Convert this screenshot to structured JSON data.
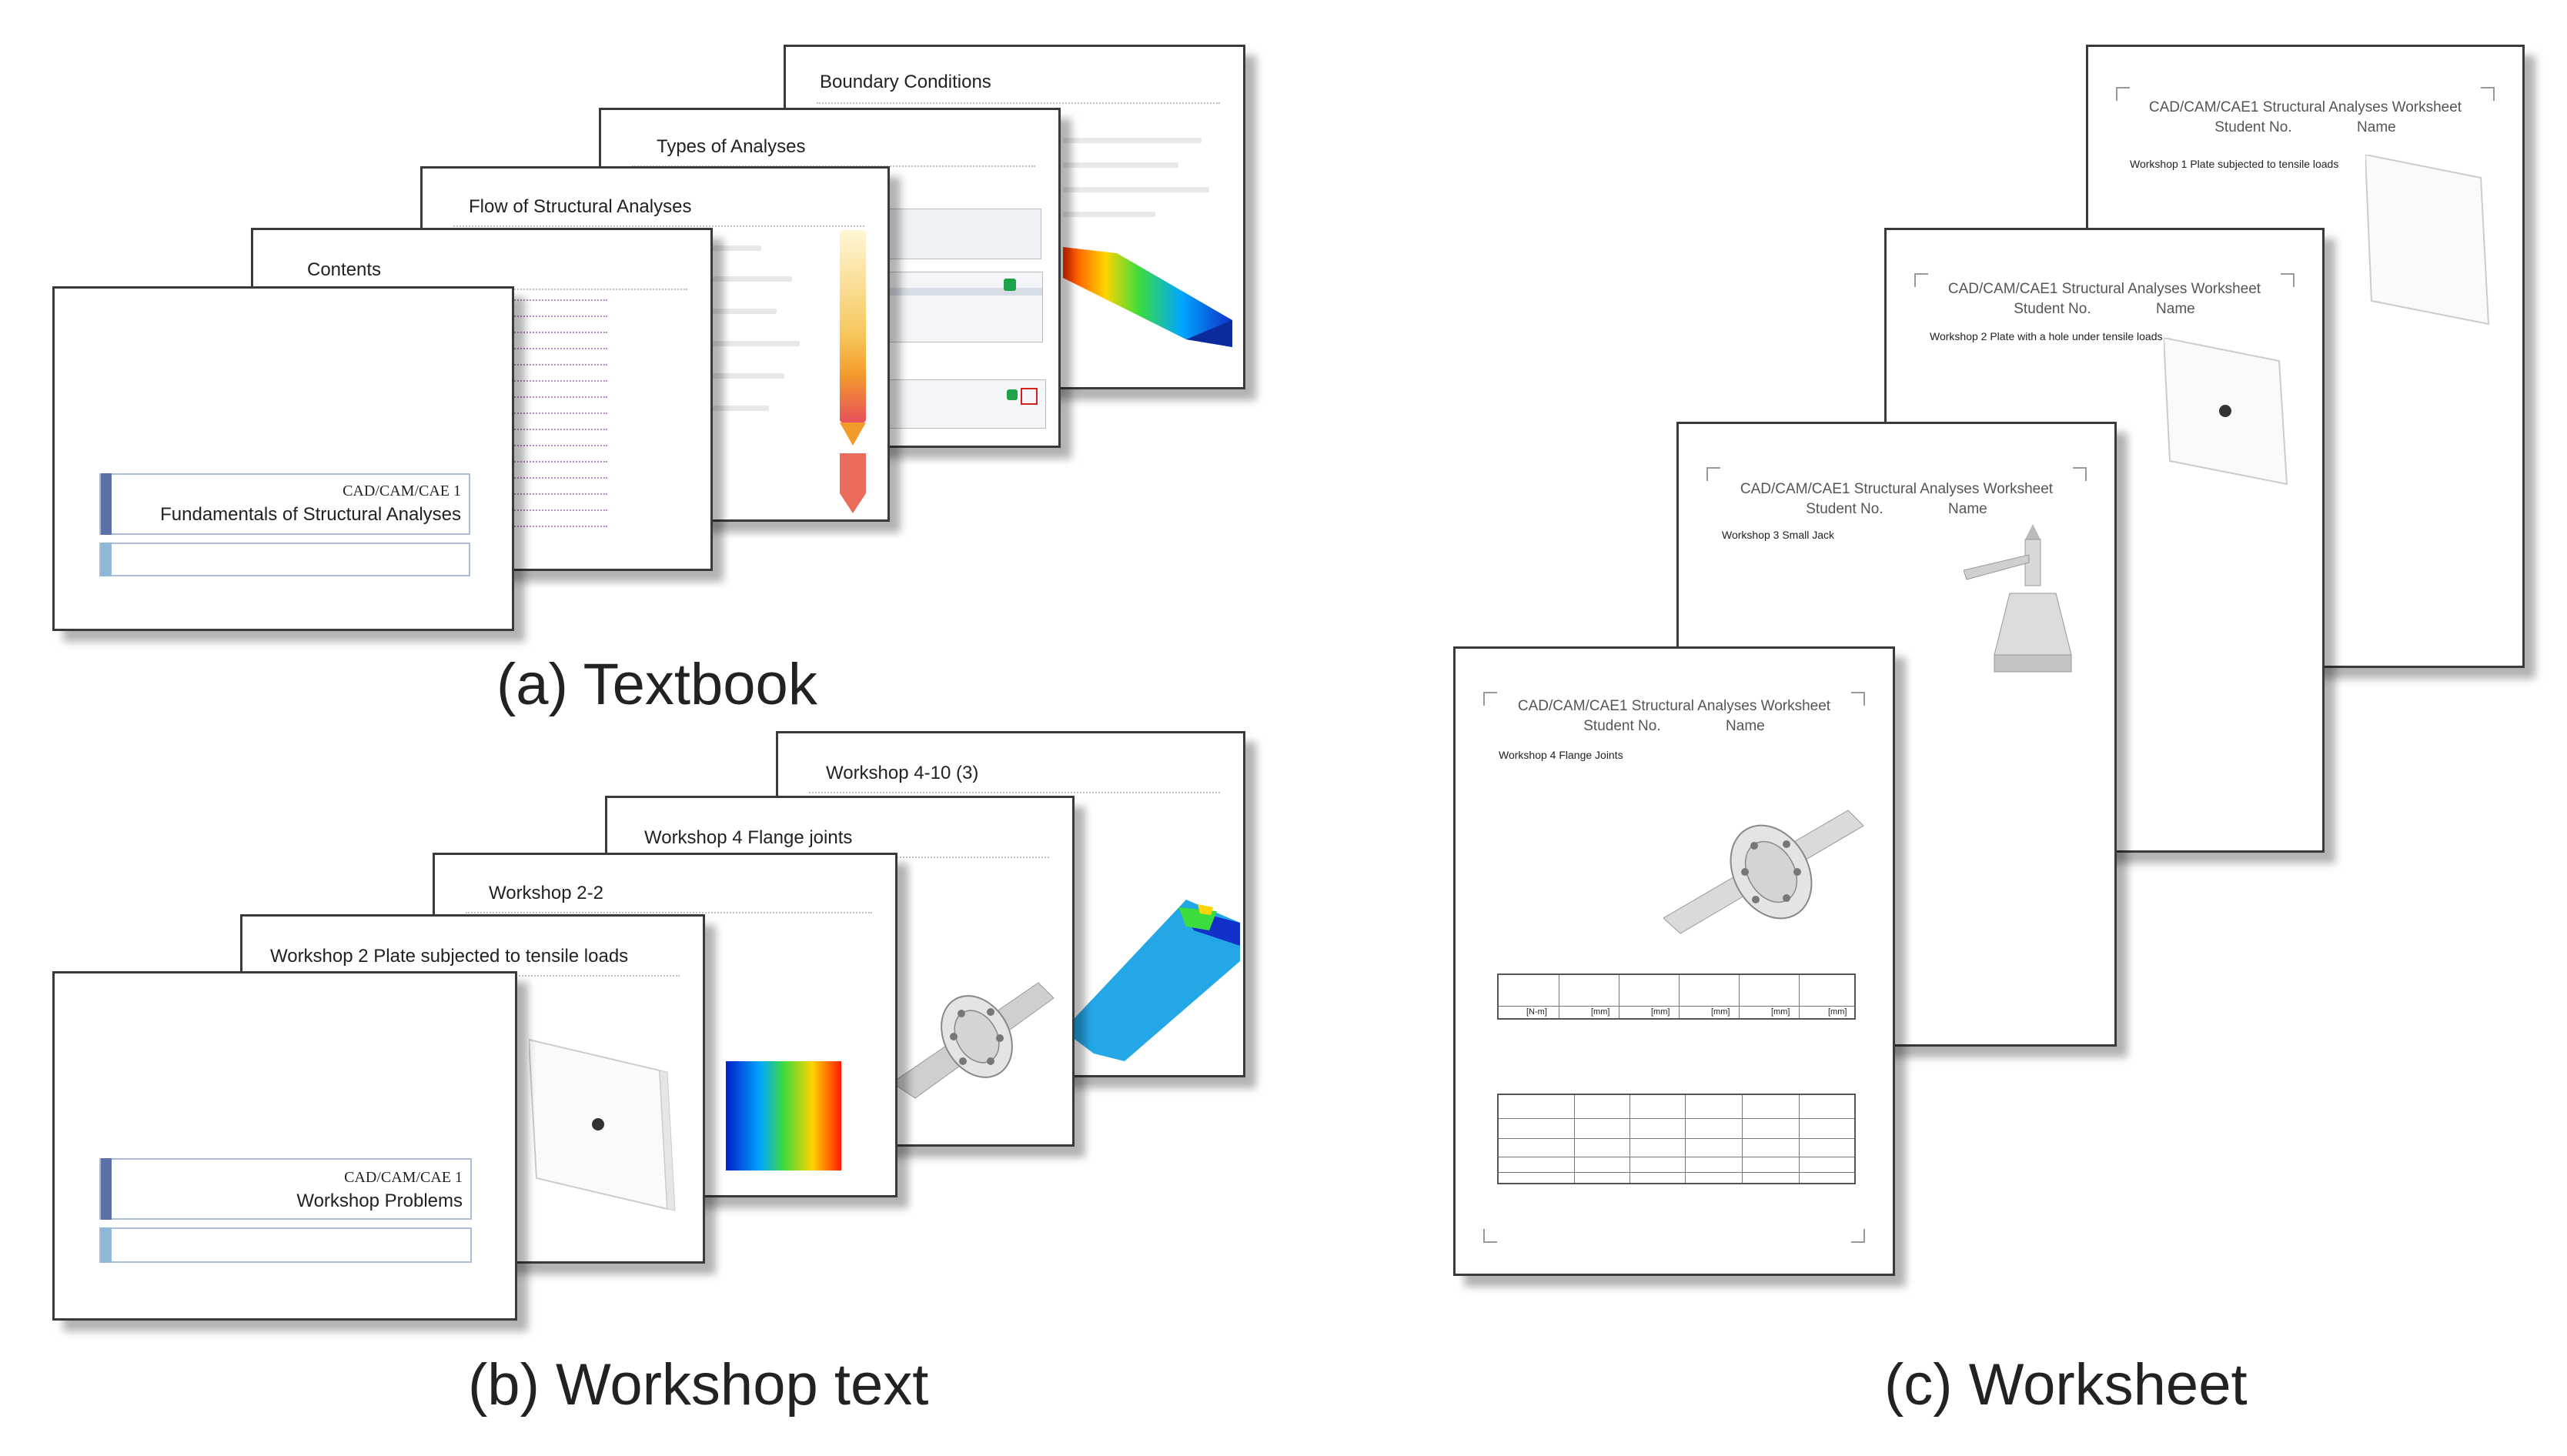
{
  "textbook": {
    "caption": "(a) Textbook",
    "slides": [
      {
        "title": "Boundary Conditions"
      },
      {
        "title": "Types of Analyses"
      },
      {
        "title": "Flow of Structural Analyses"
      },
      {
        "title": "Contents"
      }
    ],
    "cover": {
      "course": "CAD/CAM/CAE 1",
      "title": "Fundamentals of Structural Analyses"
    }
  },
  "workshop": {
    "caption": "(b) Workshop text",
    "slides": [
      {
        "title": "Workshop 4-10 (3)"
      },
      {
        "title": "Workshop 4 Flange joints"
      },
      {
        "title": "Workshop 2-2"
      },
      {
        "title": "Workshop 2 Plate subjected to tensile loads"
      }
    ],
    "cover": {
      "course": "CAD/CAM/CAE 1",
      "title": "Workshop Problems"
    }
  },
  "worksheet": {
    "caption": "(c) Worksheet",
    "header_line1": "CAD/CAM/CAE1 Structural Analyses Worksheet",
    "header_line2": "Student No.                Name",
    "sheets": [
      {
        "workshop": "Workshop 1 Plate subjected to tensile loads"
      },
      {
        "workshop": "Workshop 2 Plate with a hole under tensile loads"
      },
      {
        "workshop": "Workshop 3 Small Jack"
      },
      {
        "workshop": "Workshop 4 Flange Joints"
      }
    ],
    "table_units": [
      "[N-m]",
      "[mm]",
      "[mm]",
      "[mm]",
      "[mm]",
      "[mm]"
    ]
  },
  "colors": {
    "frame": "#3a3a3a",
    "cover_bar": "#5b6fa8",
    "cover_band": "#a9bddb",
    "toc_line": "#b98ac9"
  }
}
